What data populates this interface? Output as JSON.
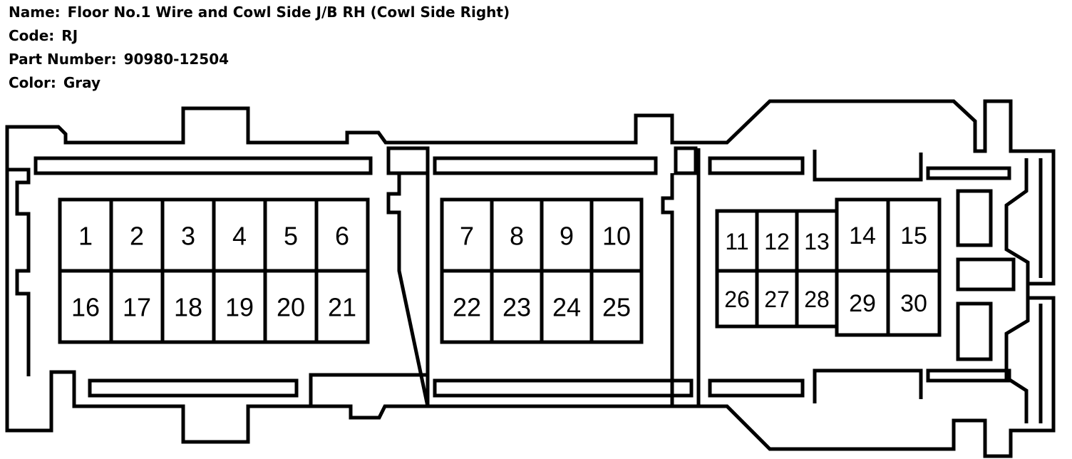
{
  "info": {
    "name_label": "Name:",
    "name_value": "Floor No.1 Wire and Cowl Side J/B RH (Cowl Side Right)",
    "code_label": "Code:",
    "code_value": "RJ",
    "part_label": "Part Number:",
    "part_value": "90980-12504",
    "color_label": "Color:",
    "color_value": "Gray"
  },
  "pins": [
    "1",
    "2",
    "3",
    "4",
    "5",
    "6",
    "7",
    "8",
    "9",
    "10",
    "11",
    "12",
    "13",
    "14",
    "15",
    "16",
    "17",
    "18",
    "19",
    "20",
    "21",
    "22",
    "23",
    "24",
    "25",
    "26",
    "27",
    "28",
    "29",
    "30"
  ],
  "colors": {
    "line": "#000000",
    "background": "#ffffff"
  }
}
